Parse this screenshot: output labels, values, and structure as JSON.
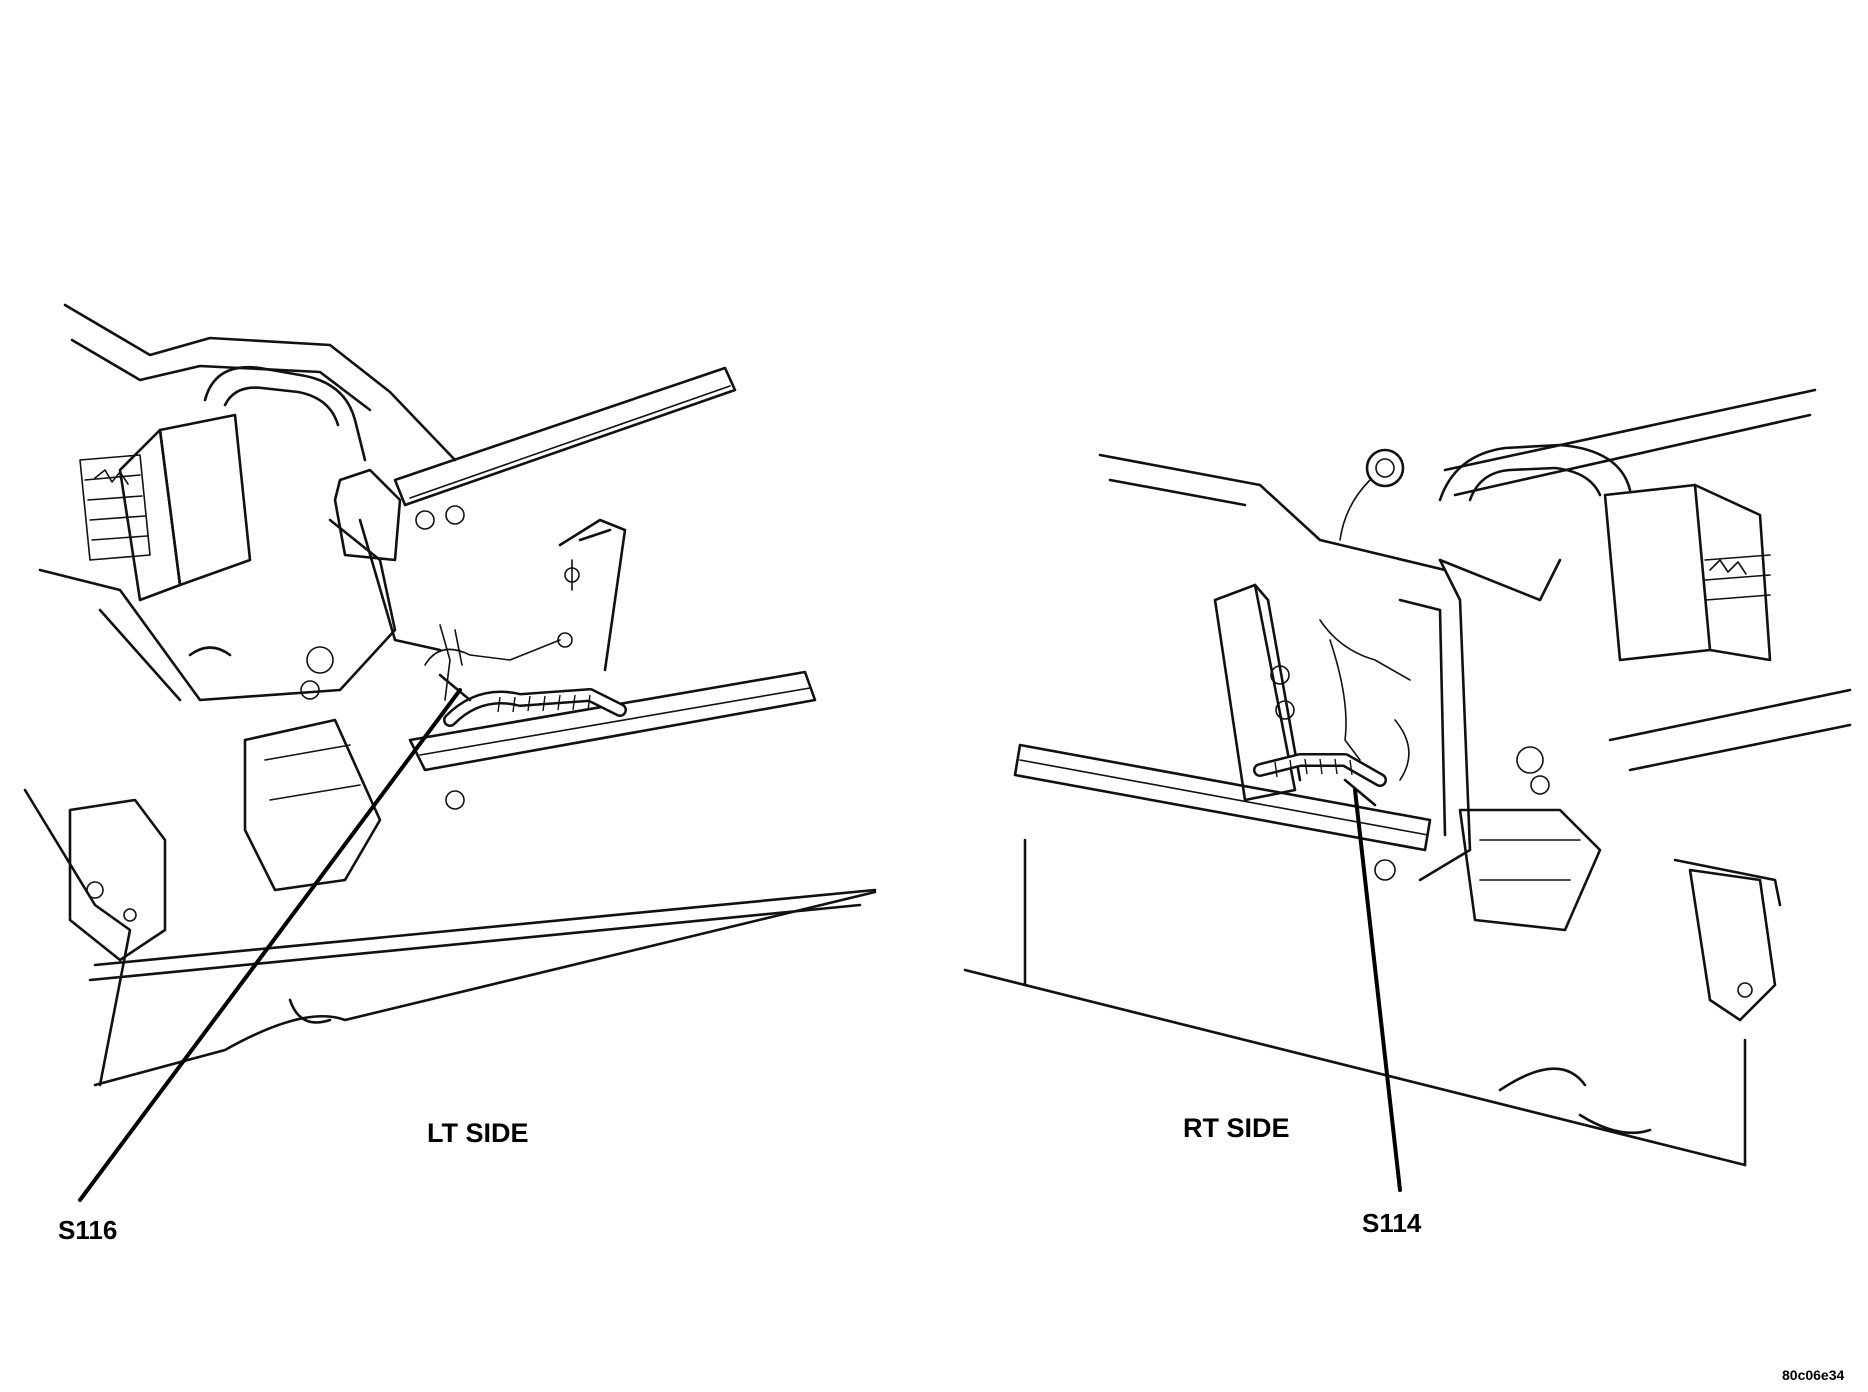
{
  "views": {
    "left": {
      "caption": "LT SIDE",
      "callout": "S116"
    },
    "right": {
      "caption": "RT SIDE",
      "callout": "S114"
    }
  },
  "figure_id": "80c06e34"
}
